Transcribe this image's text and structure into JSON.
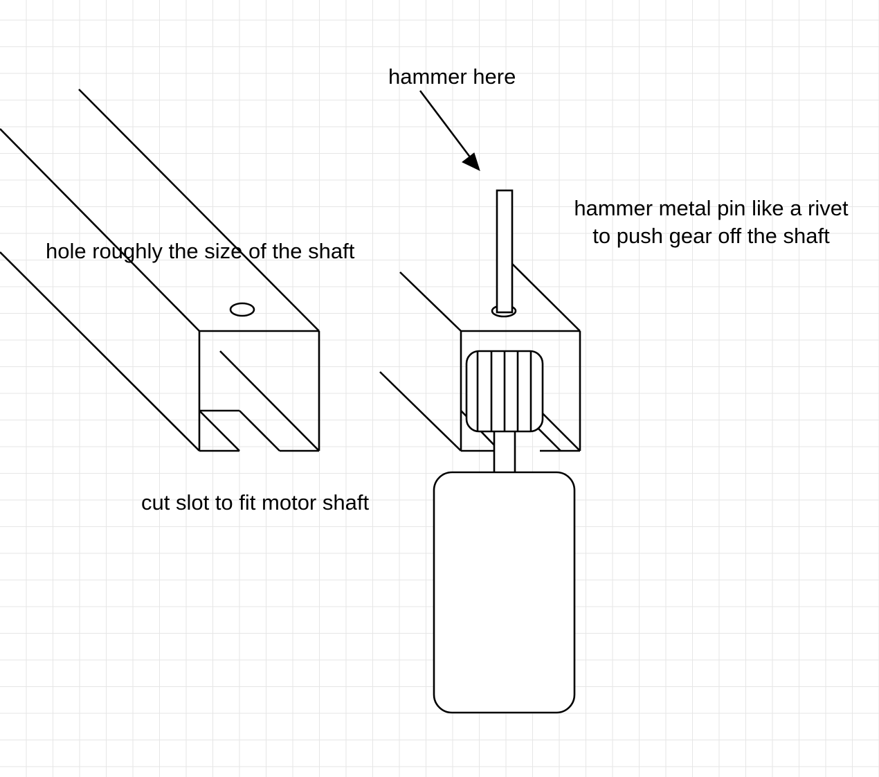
{
  "labels": {
    "hammer_here": "hammer here",
    "pin_note_line1": "hammer metal pin like a rivet",
    "pin_note_line2": "to push gear off the shaft",
    "hole_note": "hole roughly the size of the shaft",
    "slot_note": "cut slot to fit motor shaft"
  },
  "colors": {
    "stroke": "#000000",
    "background": "#ffffff",
    "grid": "#e6e6e6"
  }
}
